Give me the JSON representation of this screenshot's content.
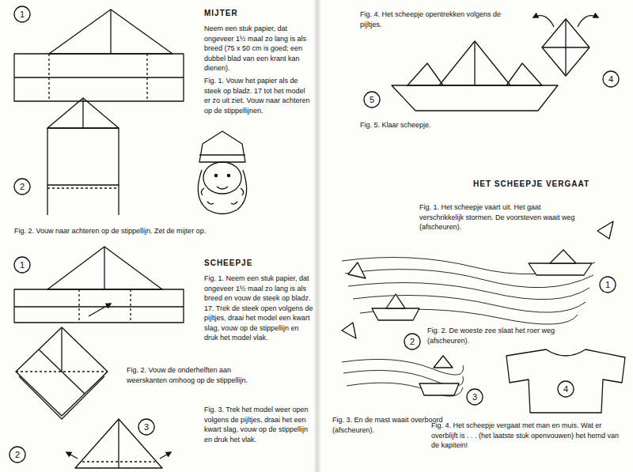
{
  "diagram": {
    "labels": [
      "1",
      "MIJTER",
      "Neem een stuk papier, dat ongeveer 1½ maal zo lang is als breed (75 x 50 cm is goed; een dubbel blad van een krant kan dienen).",
      "Fig. 1. Vouw het papier als de steek op bladz. 17 tot het model er zo uit ziet. Vouw naar achteren op de stippellijnen.",
      "2",
      "Fig. 2. Vouw naar achteren op de stippellijn. Zet de mijter op.",
      "1",
      "SCHEEPJE",
      "Fig. 1. Neem een stuk papier, dat ongeveer 1½ maal zo lang is als breed en vouw de steek op bladz. 17. Trek de steek open volgens de pijltjes, draai het model een kwart slag, vouw op de stippellijn en druk het model vlak.",
      "Fig. 2. Vouw de onderhelften aan weerskanten omhoog op de stippellijn.",
      "2",
      "3",
      "Fig. 3. Trek het model weer open volgens de pijltjes, draai het een kwart slag, vouw op de stippellijn en druk het vlak.",
      "Fig. 4. Het scheepje opentrekken volgens de pijltjes.",
      "4",
      "5",
      "Fig. 5. Klaar scheepje.",
      "HET SCHEEPJE VERGAAT",
      "Fig. 1. Het scheepje vaart uit. Het gaat verschrikkelijk stormen. De voorsteven waait weg (afscheuren).",
      "1",
      "Fig. 2. De woeste zee slaat het roer weg (afscheuren).",
      "2",
      "3",
      "Fig. 3. En de mast waait overboord (afscheuren).",
      "4",
      "Fig. 4. Het scheepje vergaat met man en muis. Wat er overblijft is . . . (het laatste stuk openvouwen) het hemd van de kapitein!"
    ]
  }
}
